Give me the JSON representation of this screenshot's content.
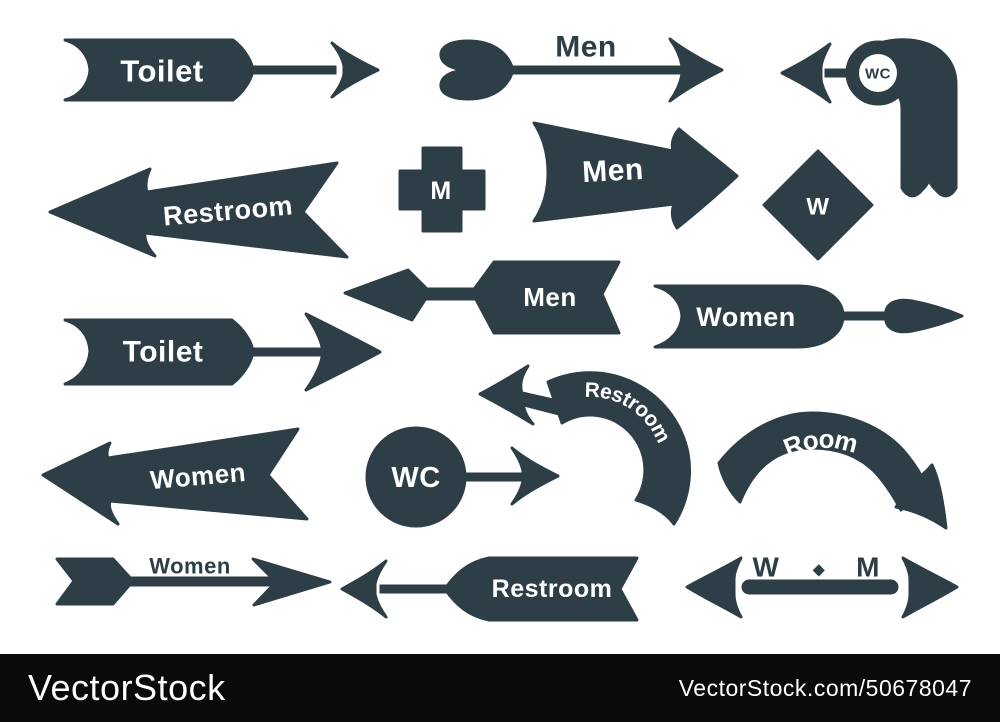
{
  "palette": {
    "ink": "#2e3e47",
    "label_on_ink": "#ffffff",
    "canvas": "#ffffff",
    "watermark_bar": "#0a0a0a",
    "watermark_text": "#ffffff"
  },
  "signs": [
    {
      "id": "toilet-banner-arrow-right",
      "label": "Toilet"
    },
    {
      "id": "men-fletched-arrow-right",
      "label": "Men"
    },
    {
      "id": "wc-circle-ribbon-arrow-left",
      "label": "WC"
    },
    {
      "id": "restroom-swept-arrow-left",
      "label": "Restroom"
    },
    {
      "id": "men-cross-badge",
      "label": "M"
    },
    {
      "id": "men-wedge-arrow-right",
      "label": "Men"
    },
    {
      "id": "women-diamond-badge",
      "label": "W"
    },
    {
      "id": "men-tag-diamond-arrow-left",
      "label": "Men"
    },
    {
      "id": "women-banner-leaf-arrow-right",
      "label": "Women"
    },
    {
      "id": "toilet-banner-big-arrow-right",
      "label": "Toilet"
    },
    {
      "id": "women-swept-arrow-left",
      "label": "Women"
    },
    {
      "id": "wc-circle-arrow-right",
      "label": "WC"
    },
    {
      "id": "restroom-curved-arrow-up-left",
      "label": "Restroom"
    },
    {
      "id": "room-curved-arrow-down-right",
      "label": "Room"
    },
    {
      "id": "women-fletched-arrow-right",
      "label": "Women"
    },
    {
      "id": "restroom-tag-arrow-left",
      "label": "Restroom"
    },
    {
      "id": "women-men-double-arrow",
      "label_left": "W",
      "separator": "◆",
      "label_right": "M"
    }
  ],
  "watermark": {
    "logo": "VectorStock",
    "credit": "VectorStock.com/50678047"
  }
}
